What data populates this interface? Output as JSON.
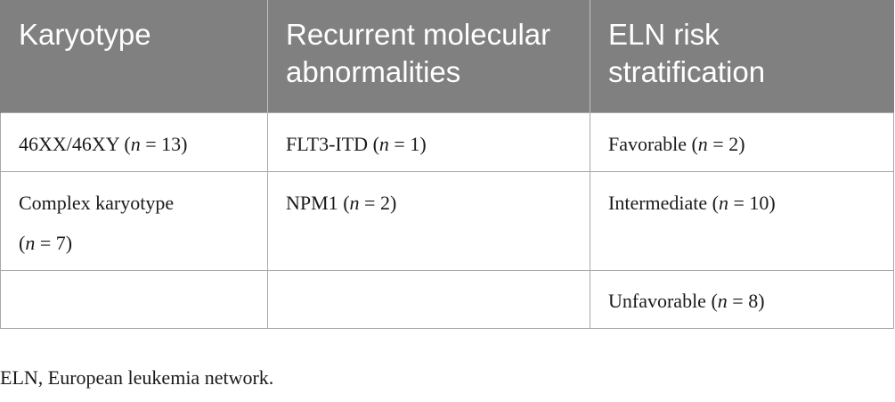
{
  "table": {
    "headers": [
      "Karyotype",
      "Recurrent molecular abnormalities",
      "ELN risk stratification"
    ],
    "rows": [
      [
        {
          "label": "46XX/46XY",
          "n": "13"
        },
        {
          "label": "FLT3-ITD",
          "n": "1"
        },
        {
          "label": "Favorable",
          "n": "2"
        }
      ],
      [
        {
          "label": "Complex karyotype",
          "n": "7"
        },
        {
          "label": "NPM1",
          "n": "2"
        },
        {
          "label": "Intermediate",
          "n": "10"
        }
      ],
      [
        {
          "label": "",
          "n": ""
        },
        {
          "label": "",
          "n": ""
        },
        {
          "label": "Unfavorable",
          "n": "8"
        }
      ]
    ],
    "n_symbol": "n"
  },
  "footnote": "ELN, European leukemia network."
}
